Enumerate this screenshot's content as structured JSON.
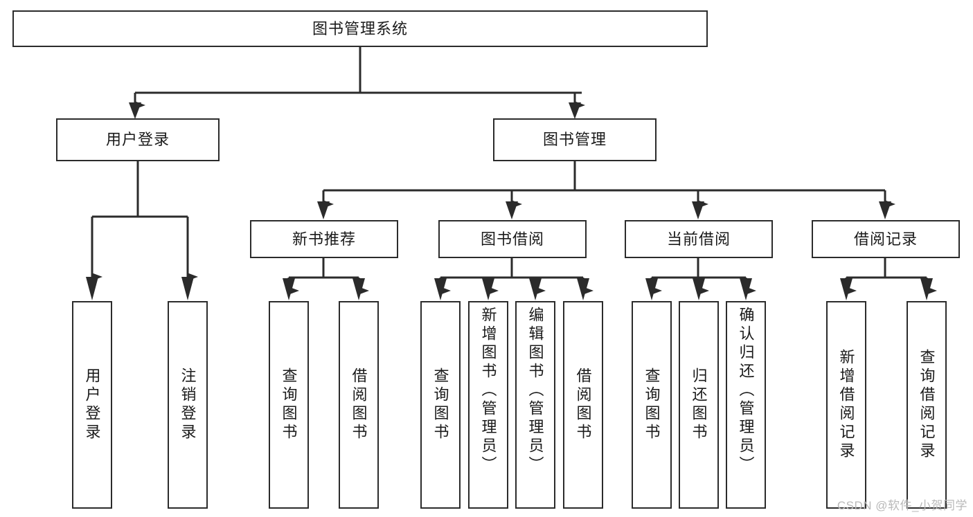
{
  "diagram": {
    "type": "tree-hierarchy-chart",
    "title_node": {
      "id": "root",
      "label": "图书管理系统"
    },
    "level2": [
      {
        "id": "user-login",
        "label": "用户登录"
      },
      {
        "id": "book-management",
        "label": "图书管理"
      }
    ],
    "level3": [
      {
        "id": "new-book-recommend",
        "label": "新书推荐",
        "parent": "book-management"
      },
      {
        "id": "book-borrow",
        "label": "图书借阅",
        "parent": "book-management"
      },
      {
        "id": "current-borrow",
        "label": "当前借阅",
        "parent": "book-management"
      },
      {
        "id": "borrow-record",
        "label": "借阅记录",
        "parent": "book-management"
      }
    ],
    "leaves": [
      {
        "id": "leaf-user-login",
        "label": "用户登录",
        "parent": "user-login"
      },
      {
        "id": "leaf-logout-login",
        "label": "注销登录",
        "parent": "user-login"
      },
      {
        "id": "leaf-query-book-1",
        "label": "查询图书",
        "parent": "new-book-recommend"
      },
      {
        "id": "leaf-borrow-book-1",
        "label": "借阅图书",
        "parent": "new-book-recommend"
      },
      {
        "id": "leaf-query-book-2",
        "label": "查询图书",
        "parent": "book-borrow"
      },
      {
        "id": "leaf-add-book-admin",
        "label": "新增图书（管理员）",
        "parent": "book-borrow"
      },
      {
        "id": "leaf-edit-book-admin",
        "label": "编辑图书（管理员）",
        "parent": "book-borrow"
      },
      {
        "id": "leaf-borrow-book-2",
        "label": "借阅图书",
        "parent": "book-borrow"
      },
      {
        "id": "leaf-query-book-3",
        "label": "查询图书",
        "parent": "current-borrow"
      },
      {
        "id": "leaf-return-book",
        "label": "归还图书",
        "parent": "current-borrow"
      },
      {
        "id": "leaf-confirm-return-admin",
        "label": "确认归还（管理员）",
        "parent": "current-borrow"
      },
      {
        "id": "leaf-add-borrow-record",
        "label": "新增借阅记录",
        "parent": "borrow-record"
      },
      {
        "id": "leaf-query-borrow-record",
        "label": "查询借阅记录",
        "parent": "borrow-record"
      }
    ],
    "colors": {
      "stroke": "#2b2b2b",
      "fill": "#ffffff",
      "text": "#1a1a1a",
      "watermark": "#b9b9b9"
    }
  },
  "watermark": {
    "text": "CSDN @软件_小贺同学"
  }
}
